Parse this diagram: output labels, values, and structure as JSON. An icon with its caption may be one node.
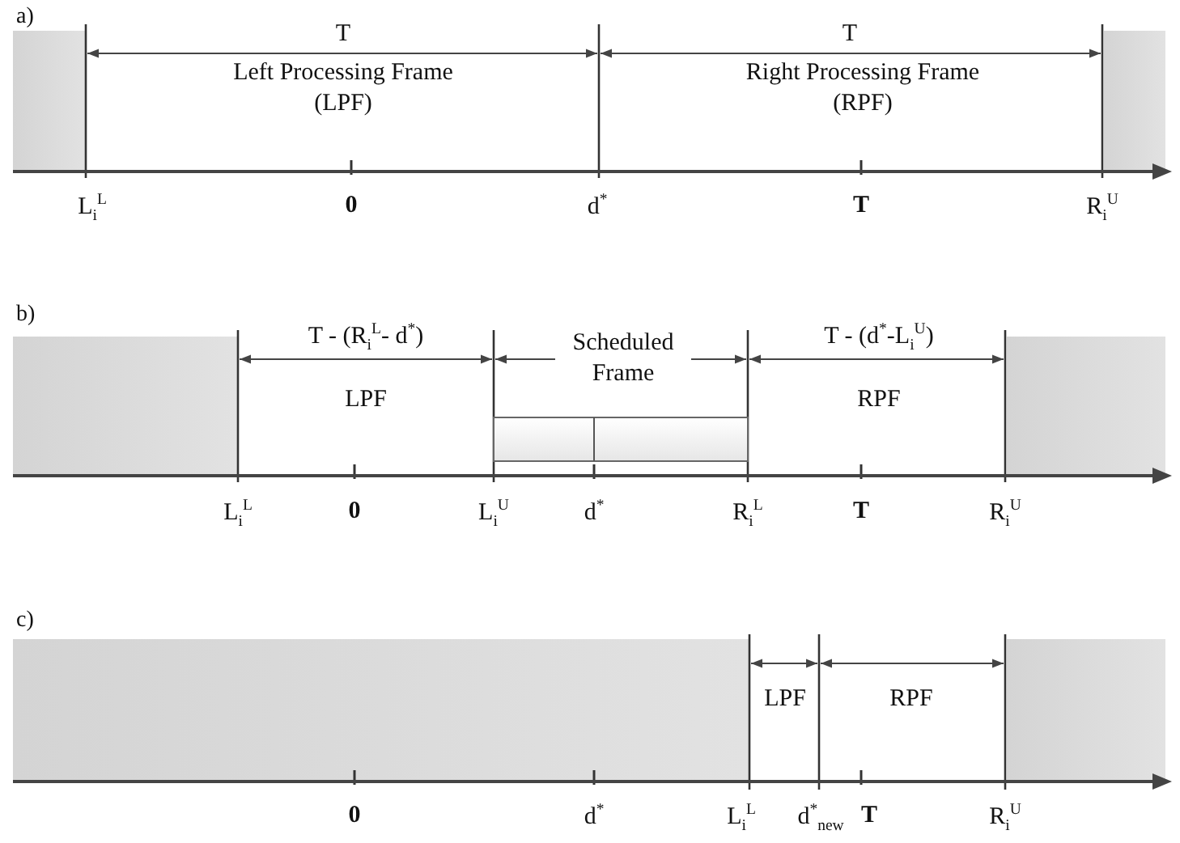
{
  "diagram": {
    "labels": [
      "a)",
      "T",
      "T",
      "Left Processing Frame (LPF)",
      "Right Processing Frame (RPF)",
      "L$_{i}$$^{L}$",
      "0",
      "d$^{*}$",
      "T",
      "R$_{i}$$^{U}$",
      "b)",
      "T - (R$_{i}$$^{L}$- d$^{*}$)",
      "Scheduled Frame",
      "T - (d$^{*}$-L$_{i}$$^{U}$)",
      "LPF",
      "RPF",
      "L$_{i}$$^{L}$",
      "0",
      "L$_{i}$$^{U}$",
      "d$^{*}$",
      "R$_{i}$$^{L}$",
      "T",
      "R$_{i}$$^{U}$",
      "c)",
      "LPF",
      "RPF",
      "0",
      "d$^{*}$",
      "L$_{i}$$^{L}$",
      "d$^{*}$$_{new}$",
      "T",
      "R$_{i}$$^{U}$"
    ]
  }
}
